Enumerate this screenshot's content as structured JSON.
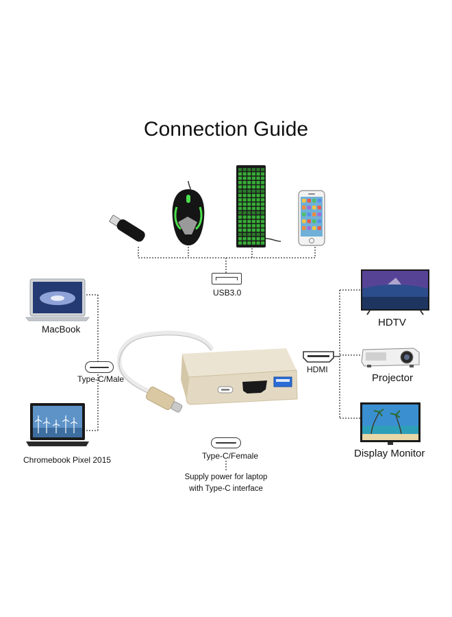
{
  "title": "Connection Guide",
  "ports": {
    "usb": "USB3.0",
    "type_c_male": "Type-C/Male",
    "type_c_female": "Type-C/Female",
    "hdmi": "HDMI"
  },
  "devices": {
    "left": [
      "MacBook",
      "Chromebook Pixel 2015"
    ],
    "right": [
      "HDTV",
      "Projector",
      "Display Monitor"
    ]
  },
  "power_note": {
    "line1": "Supply power for laptop",
    "line2": "with Type-C interface"
  },
  "colors": {
    "adapter_gold": "#e3d9c2",
    "keyboard_backlight": "#3cc83c",
    "usb_blue": "#2a6cd6"
  }
}
